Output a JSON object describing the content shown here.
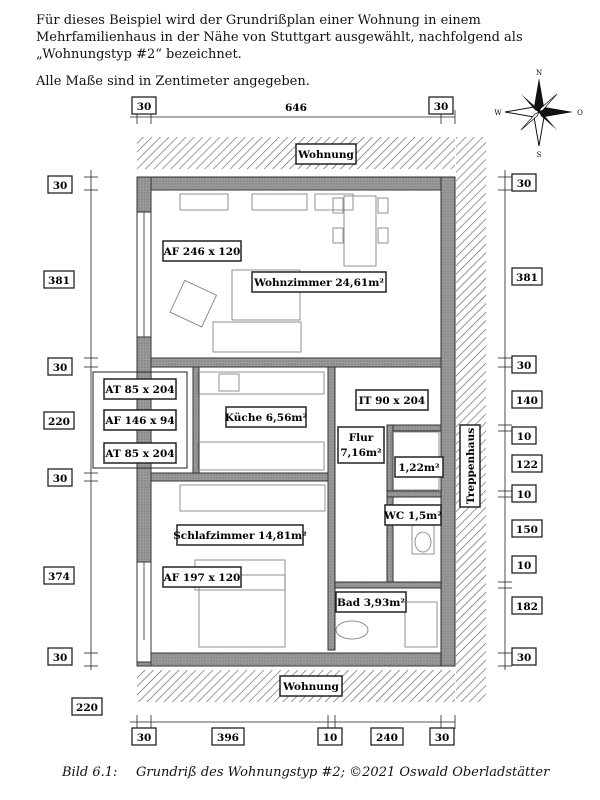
{
  "intro": {
    "line1": "Für dieses Beispiel wird der Grundrißplan einer Wohnung in einem Mehrfamilienhaus in der Nähe von Stuttgart ausgewählt, nachfolgend als „Wohnungstyp #2“ bezeichnet.",
    "line2": "Alle Maße sind in Zentimeter angegeben."
  },
  "compass": {
    "n": "N",
    "s": "S",
    "w": "W",
    "o": "O"
  },
  "rooms": {
    "wohnung_top": "Wohnung",
    "wohnung_bottom": "Wohnung",
    "wohnzimmer": "Wohnzimmer 24,61m²",
    "kueche": "Küche 6,56m²",
    "flur_1": "Flur",
    "flur_2": "7,16m²",
    "abstell": "1,22m²",
    "wc": "WC 1,5m²",
    "schlafzimmer": "Schlafzimmer 14,81m²",
    "bad": "Bad 3,93m²",
    "treppenhaus": "Treppenhaus"
  },
  "openings": {
    "af_wohn": "AF 246 x 120",
    "at_1": "AT 85 x 204",
    "af_kueche": "AF 146 x 94",
    "at_2": "AT 85 x 204",
    "it": "IT 90 x 204",
    "af_schlaf": "AF 197 x 120"
  },
  "dims": {
    "top_left": "30",
    "top_mid": "646",
    "top_right": "30",
    "left_1": "30",
    "left_2": "381",
    "left_3": "30",
    "left_4": "220",
    "left_5": "30",
    "left_6": "374",
    "left_7": "30",
    "left_8": "220",
    "right_1": "30",
    "right_2": "381",
    "right_3": "30",
    "right_4": "140",
    "right_5": "10",
    "right_6": "122",
    "right_7": "10",
    "right_8": "150",
    "right_9": "10",
    "right_10": "182",
    "right_11": "30",
    "bot_1": "30",
    "bot_2": "396",
    "bot_3": "10",
    "bot_4": "240",
    "bot_5": "30"
  },
  "caption": {
    "number": "Bild 6.1:",
    "text": "Grundriß des Wohnungstyp #2; ©2021 Oswald Oberladstätter"
  }
}
